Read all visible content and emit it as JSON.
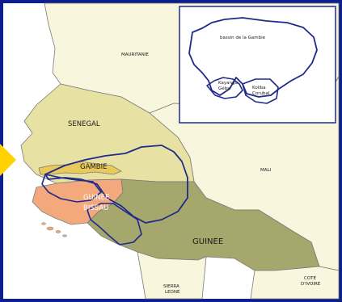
{
  "map": {
    "countries": {
      "mauritanie": "MAURITANIE",
      "senegal": "SENEGAL",
      "gambie": "GAMBIE",
      "guinee_bissau_line1": "GUINEE",
      "guinee_bissau_line2": "BISSAU",
      "mali": "MALI",
      "guinee": "GUINEE",
      "sierra_leone_line1": "SIERRA",
      "sierra_leone_line2": "LEONE",
      "cote_divoire_line1": "COTE",
      "cote_divoire_line2": "D'IVOIRE"
    },
    "inset": {
      "gambie_basin": "bassin de la Gambie",
      "kayanga_line1": "Kayanga",
      "kayanga_line2": "Géba",
      "koliba_line1": "Koliba",
      "koliba_line2": "Corubal"
    },
    "colors": {
      "ocean": "#ffffff",
      "mauritanie": "#f8f6dc",
      "senegal": "#e8e1a4",
      "gambie": "#e8c95a",
      "guinee_bissau": "#f3a97c",
      "mali": "#f8f6dc",
      "guinee": "#a6a76c",
      "sierra_leone": "#f8f6dc",
      "cote_divoire": "#f8f6dc",
      "basin_outline": "#1f2a8a",
      "frame": "#0c1f8c",
      "pointer": "#ffd200"
    }
  }
}
